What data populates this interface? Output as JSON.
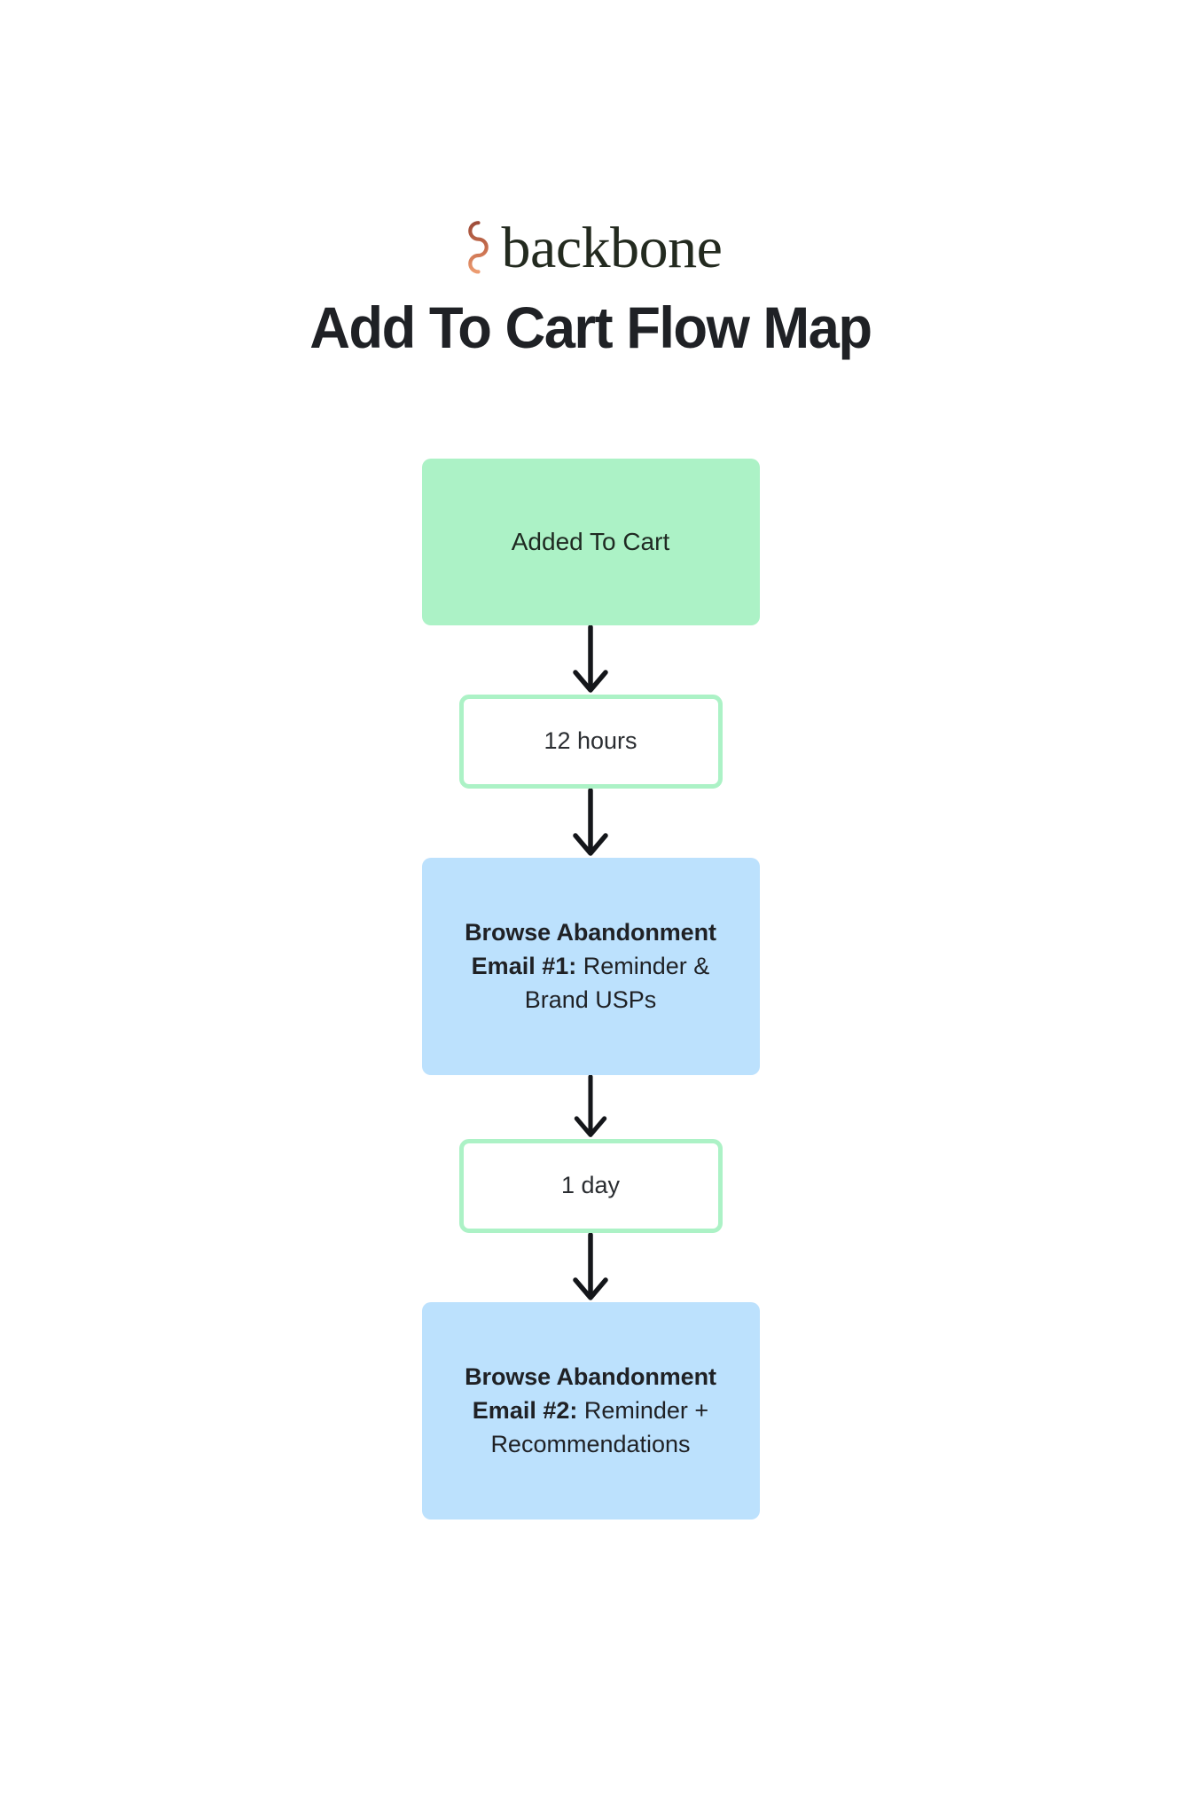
{
  "brand": {
    "mark_name": "backbone-spiral-logo",
    "wordmark": "backbone",
    "mark_color_top": "#A0503C",
    "mark_color_bottom": "#E8956A",
    "wordmark_color": "#232A1F"
  },
  "title": "Add To Cart Flow Map",
  "colors": {
    "green_fill": "#ACF2C6",
    "green_border": "#ACF2C6",
    "blue_fill": "#BCE1FD",
    "arrow": "#14161A",
    "text_dark": "#1F2125",
    "page_background": "#FFFFFF"
  },
  "flow": {
    "nodes": [
      {
        "id": "trigger-added-to-cart",
        "type": "trigger",
        "label": "Added To Cart"
      },
      {
        "id": "delay-12-hours",
        "type": "delay",
        "label": "12 hours"
      },
      {
        "id": "email-1",
        "type": "email",
        "title": "Browse Abandonment",
        "prefix": "Email #1:",
        "description": "Reminder & Brand USPs"
      },
      {
        "id": "delay-1-day",
        "type": "delay",
        "label": "1 day"
      },
      {
        "id": "email-2",
        "type": "email",
        "title": "Browse Abandonment",
        "prefix": "Email #2:",
        "description": "Reminder + Recommendations"
      }
    ],
    "connectors": [
      {
        "id": "connector-1",
        "icon": "down-arrow-icon"
      },
      {
        "id": "connector-2",
        "icon": "down-arrow-icon"
      },
      {
        "id": "connector-3",
        "icon": "down-arrow-icon"
      },
      {
        "id": "connector-4",
        "icon": "down-arrow-icon"
      }
    ]
  }
}
